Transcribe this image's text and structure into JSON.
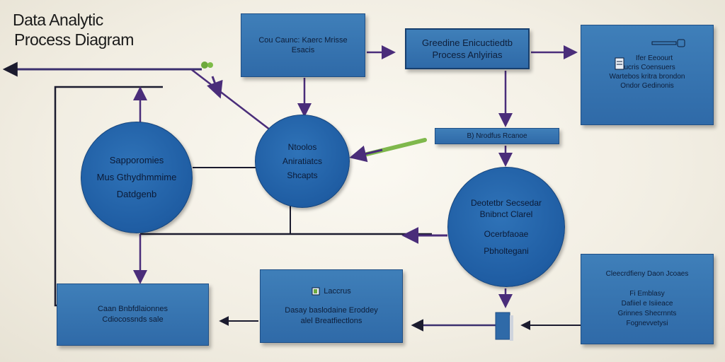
{
  "title": {
    "line1": "Data Analytic",
    "line2": "Process Diagram"
  },
  "boxes": {
    "top_center": [
      "Cou Caunc: Kaerc Mrisse",
      "Esacis"
    ],
    "top_right_center": [
      "Greedine Enicuctiedtb",
      "Process Anlyirias"
    ],
    "top_right": [
      "Ifer Eeoourt",
      "Ducris Coensuers",
      "Wartebos kritra brondon",
      "Ondor Gedinonis"
    ],
    "mid_bar": "B) Nrodfus Rcanoe",
    "bottom_left": [
      "Caan Bnbfdlaionnes",
      "Cdiocossnds sale"
    ],
    "bottom_center_header": "Laccrus",
    "bottom_center": [
      "Dasay baslodaine Eroddey",
      "alel Breatfiectlons"
    ],
    "bottom_right": [
      "Cleecrdfieny Daon Jcoaes",
      "Fi Emblasy",
      "Dafiiel e Isiieace",
      "Grinnes Shecrnnts",
      "Fognevvetysi"
    ]
  },
  "circles": {
    "left": [
      "Sapporomies",
      "Mus Gthydhmmime",
      "Datdgenb"
    ],
    "center": [
      "Ntoolos",
      "Aniratiatcs",
      "Shcapts"
    ],
    "right_top": [
      "Deotetbr Secsedar",
      "Bnibnct Clarel"
    ],
    "right_bottom": [
      "Ocerbfaoae",
      "Pbholtegani"
    ]
  },
  "colors": {
    "box_blue": "#3a79b6",
    "circle_blue": "#2466ab",
    "arrow_purple": "#4a2d7a",
    "line_dark": "#1b1b2e",
    "accent_green": "#6ea93d"
  }
}
